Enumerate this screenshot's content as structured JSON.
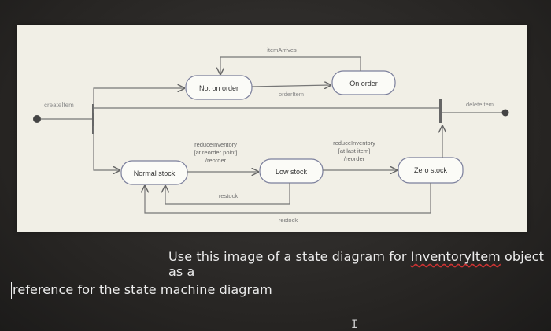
{
  "diagram": {
    "states": {
      "not_on_order": "Not on order",
      "on_order": "On order",
      "normal_stock": "Normal stock",
      "low_stock": "Low stock",
      "zero_stock": "Zero stock"
    },
    "transitions": {
      "item_arrives": "itemArrives",
      "order_item": "orderItem",
      "create_item": "createItem",
      "delete_item": "deleteItem",
      "reduce1_l1": "reduceInventory",
      "reduce1_l2": "[at reorder point]",
      "reduce1_l3": "/reorder",
      "reduce2_l1": "reduceInventory",
      "reduce2_l2": "[at last item]",
      "reduce2_l3": "/reorder",
      "restock_1": "restock",
      "restock_2": "restock"
    }
  },
  "caption": {
    "line1_prefix": "Use this image of a state diagram for ",
    "line1_link": "InventoryItem",
    "line1_suffix": " object as a",
    "line2": "reference for the state machine diagram"
  },
  "cursor_glyph": "I"
}
